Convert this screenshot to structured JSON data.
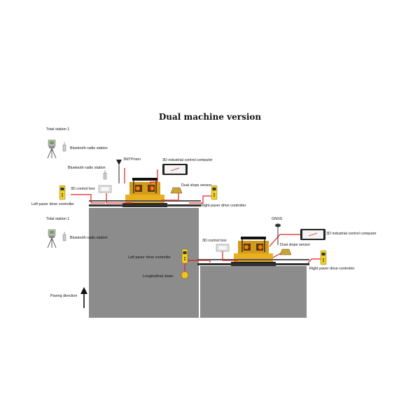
{
  "title": "Dual machine version",
  "labels": {
    "total_station_1_top": "Total station 1",
    "bluetooth_radio_station_top": "Bluetooth radio station",
    "bluetooth_radio_station_mid": "Bluetooth radio station",
    "prism": "360°Prism",
    "industrial_computer_1": "3D industrial control computer",
    "control_box_1": "3D control box",
    "dual_slope_sensor_1": "Dual slope sensor",
    "left_controller_1": "Left paver drive controller",
    "right_controller_1": "Right paver drive controller",
    "total_station_1_bottom": "Total station 1",
    "bluetooth_radio_station_bottom": "Bluetooth radio station",
    "gnss": "GNSS",
    "industrial_computer_2": "3D industrial control computer",
    "control_box_2": "3D control box",
    "dual_slope_sensor_2": "Dual slope sensor",
    "left_controller_2": "Left paver drive controller",
    "longitudinal_slope": "Longitudinal slope",
    "right_controller_2": "Right paver drive controller",
    "paving_direction": "Paving direction"
  },
  "colors": {
    "road": "#8c8c8c",
    "link": "#e02020",
    "controller": "#f2d21b",
    "paver_body": "#e8b020",
    "paver_dark": "#222222"
  }
}
